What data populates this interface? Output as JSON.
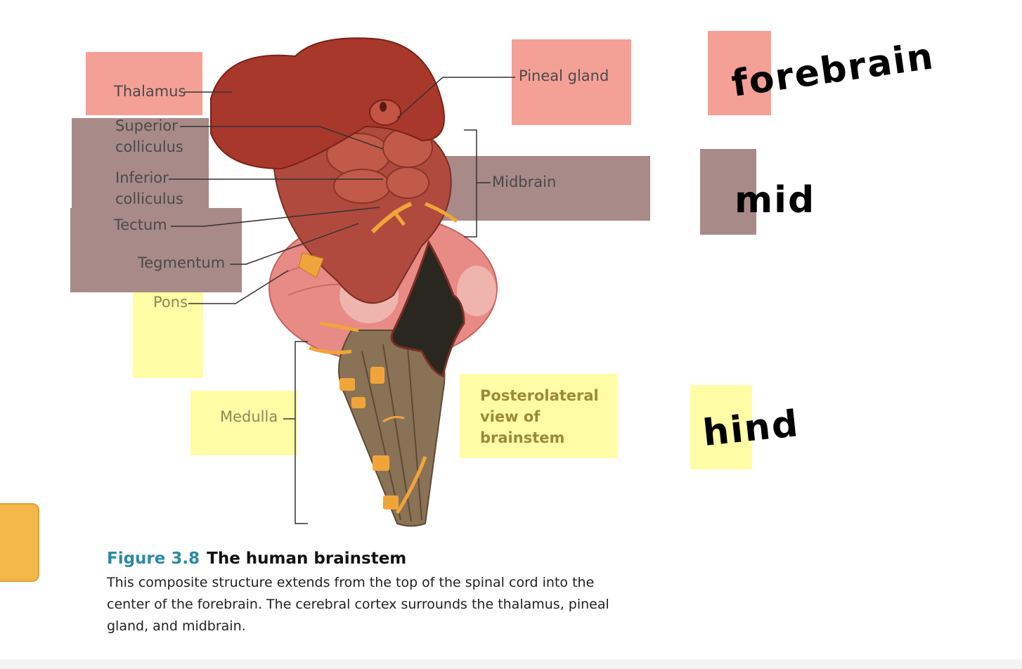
{
  "labels": {
    "thalamus": "Thalamus",
    "superior_colliculus": "Superior colliculus",
    "inferior_colliculus": "Inferior colliculus",
    "tectum": "Tectum",
    "tegmentum": "Tegmentum",
    "pons": "Pons",
    "medulla": "Medulla",
    "pineal_gland": "Pineal gland",
    "midbrain": "Midbrain",
    "view": "Posterolateral view of brainstem"
  },
  "handwritten": {
    "forebrain": "forebrain",
    "mid": "mid",
    "hind": "hind"
  },
  "caption": {
    "figure_number": "Figure 3.8",
    "title": "The human brainstem",
    "body": "This composite structure extends from the top of the spinal cord into the center of the forebrain. The cerebral cortex surrounds the thalamus, pineal gland, and midbrain."
  },
  "colors": {
    "forebrain_highlight": "#f4a096",
    "midbrain_highlight": "#a88a88",
    "hindbrain_highlight": "#fffca6",
    "accent": "#2a8aa8"
  }
}
